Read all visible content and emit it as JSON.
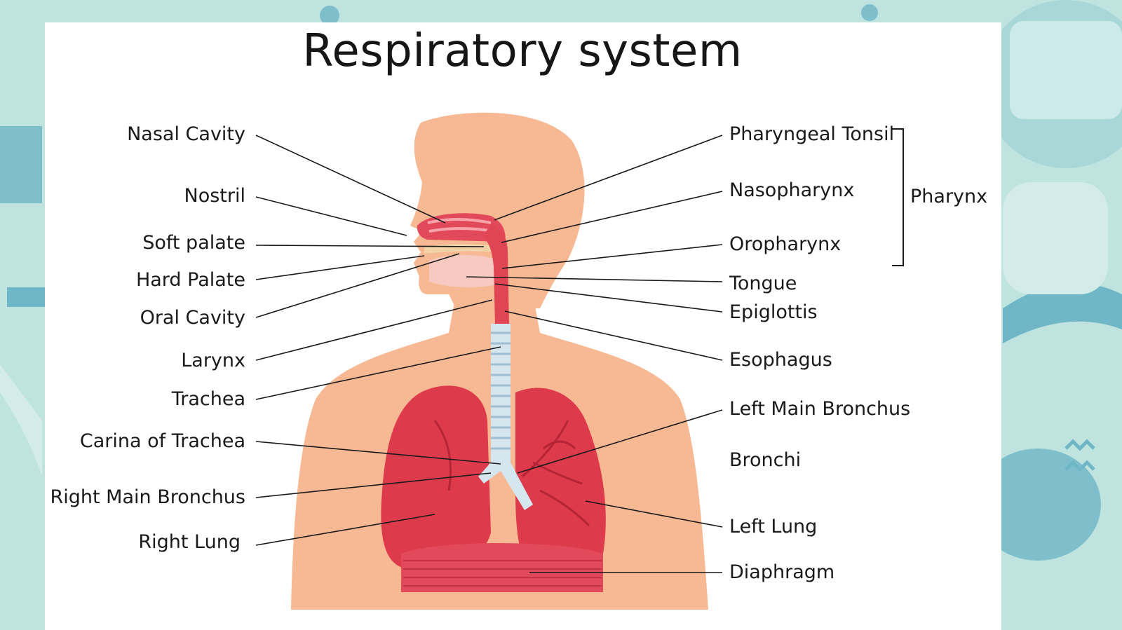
{
  "title": "Respiratory system",
  "labels_left": {
    "nasal_cavity": "Nasal Cavity",
    "nostril": "Nostril",
    "soft_palate": "Soft palate",
    "hard_palate": "Hard Palate",
    "oral_cavity": "Oral Cavity",
    "larynx": "Larynx",
    "trachea": "Trachea",
    "carina": "Carina of Trachea",
    "right_main_bronchus": "Right Main Bronchus",
    "right_lung": "Right Lung"
  },
  "labels_right": {
    "pharyngeal_tonsil": "Pharyngeal Tonsil",
    "nasopharynx": "Nasopharynx",
    "oropharynx": "Oropharynx",
    "tongue": "Tongue",
    "epiglottis": "Epiglottis",
    "esophagus": "Esophagus",
    "left_main_bronchus": "Left Main Bronchus",
    "bronchi": "Bronchi",
    "left_lung": "Left Lung",
    "diaphragm": "Diaphragm"
  },
  "group_label": "Pharynx",
  "colors": {
    "background": "#bfe3df",
    "skin": "#f7b993",
    "lung": "#dd3b4c",
    "airway": "#cfe3ef",
    "text": "#1a1a1a"
  }
}
